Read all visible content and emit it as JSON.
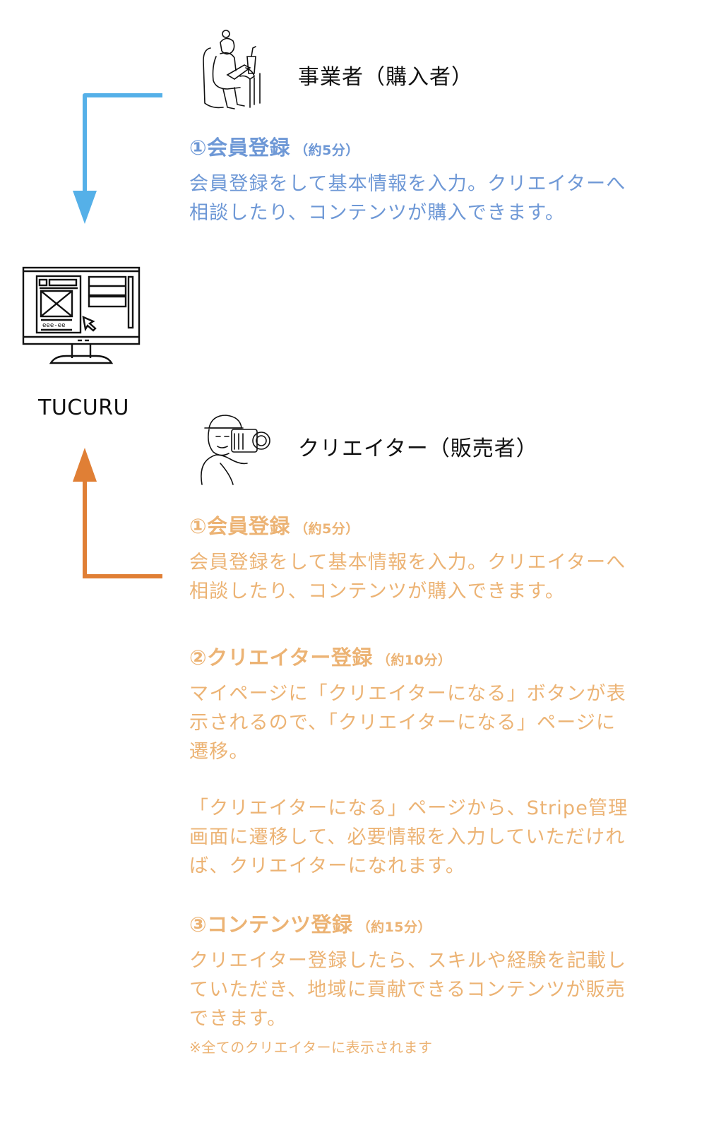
{
  "colors": {
    "buyer_arrow": "#55b0e8",
    "buyer_text": "#6e98d6",
    "creator_arrow": "#e07f35",
    "creator_text": "#ecb374"
  },
  "platform": {
    "name": "TUCURU",
    "icon": "monitor-wireframe-icon"
  },
  "buyer": {
    "role_title": "事業者（購入者）",
    "icon": "person-with-laptop-icon",
    "steps": [
      {
        "title": "①会員登録",
        "duration": "（約5分）",
        "description_lines": [
          "会員登録をして基本情報を入力。クリエイターへ",
          "相談したり、コンテンツが購入できます。"
        ]
      }
    ]
  },
  "creator": {
    "role_title": "クリエイター（販売者）",
    "icon": "photographer-with-camera-icon",
    "steps": [
      {
        "title": "①会員登録",
        "duration": "（約5分）",
        "description_lines": [
          "会員登録をして基本情報を入力。クリエイターへ",
          "相談したり、コンテンツが購入できます。"
        ]
      },
      {
        "title": "②クリエイター登録",
        "duration": "（約10分）",
        "description_lines": [
          "マイページに「クリエイターになる」ボタンが表",
          "示されるので、「クリエイターになる」ページに",
          "遷移。"
        ],
        "description2_lines": [
          "「クリエイターになる」ページから、Stripe管理",
          "画面に遷移して、必要情報を入力していただけれ",
          "ば、クリエイターになれます。"
        ]
      },
      {
        "title": "③コンテンツ登録",
        "duration": "（約15分）",
        "description_lines": [
          "クリエイター登録したら、スキルや経験を記載し",
          "ていただき、地域に貢献できるコンテンツが販売",
          "できます。"
        ],
        "note": "※全てのクリエイターに表示されます"
      }
    ]
  }
}
